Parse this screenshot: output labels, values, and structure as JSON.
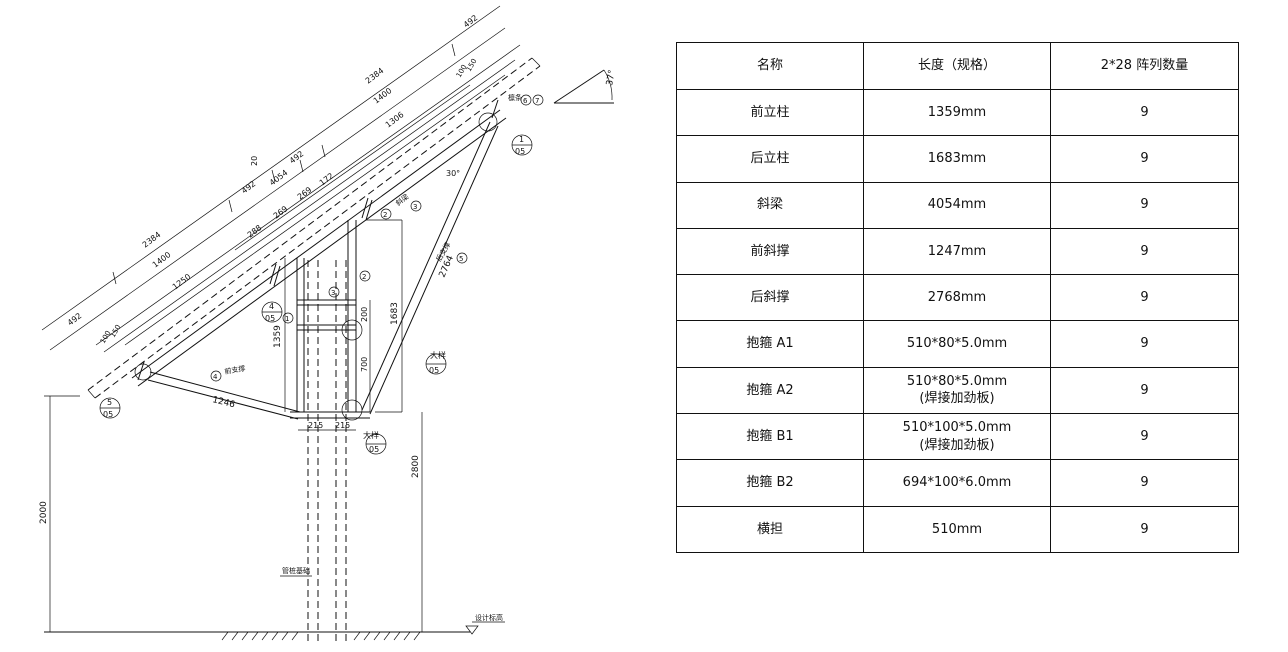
{
  "drawing": {
    "angle": "37°",
    "upper_dims": {
      "d492a": "492",
      "d2384a": "2384",
      "d20": "20",
      "d492b": "492",
      "d492c": "492",
      "d2384b": "2384",
      "d492d": "492",
      "d1400a": "1400",
      "d1400b": "1400",
      "d100a": "100",
      "d150a": "150",
      "d100b": "100",
      "d150b": "150",
      "d1306": "1306",
      "d1250": "1250",
      "d4054": "4054",
      "d288": "288",
      "d269a": "269",
      "d269b": "269",
      "d172": "172"
    },
    "member_dims": {
      "d1359": "1359",
      "d1683": "1683",
      "d200": "200",
      "d700": "700",
      "d1246": "1246",
      "d2764": "2764",
      "d215a": "215",
      "d215b": "215",
      "d2800": "2800",
      "d2000": "2000",
      "a30": "30°"
    },
    "labels": {
      "front_brace": "前支撑",
      "rear_brace": "后支撑",
      "slant_beam": "斜梁",
      "purlin": "檩条",
      "big_member_1": "大样",
      "big_member_2": "大样",
      "pile_foundation": "管桩基础",
      "ground_level": "设计标高"
    },
    "callouts": {
      "c1": "1",
      "c2": "2",
      "c3": "3",
      "c4": "4",
      "c5": "5",
      "c6": "6",
      "c7": "7",
      "c05": "05"
    }
  },
  "table": {
    "headers": [
      "名称",
      "长度（规格）",
      "2*28 阵列数量"
    ],
    "rows": [
      {
        "name": "前立柱",
        "spec": "1359mm",
        "spec2": "",
        "qty": "9"
      },
      {
        "name": "后立柱",
        "spec": "1683mm",
        "spec2": "",
        "qty": "9"
      },
      {
        "name": "斜梁",
        "spec": "4054mm",
        "spec2": "",
        "qty": "9"
      },
      {
        "name": "前斜撑",
        "spec": "1247mm",
        "spec2": "",
        "qty": "9"
      },
      {
        "name": "后斜撑",
        "spec": "2768mm",
        "spec2": "",
        "qty": "9"
      },
      {
        "name": "抱箍 A1",
        "spec": "510*80*5.0mm",
        "spec2": "",
        "qty": "9"
      },
      {
        "name": "抱箍 A2",
        "spec": "510*80*5.0mm",
        "spec2": "(焊接加劲板)",
        "qty": "9"
      },
      {
        "name": "抱箍 B1",
        "spec": "510*100*5.0mm",
        "spec2": "(焊接加劲板)",
        "qty": "9"
      },
      {
        "name": "抱箍 B2",
        "spec": "694*100*6.0mm",
        "spec2": "",
        "qty": "9"
      },
      {
        "name": "横担",
        "spec": "510mm",
        "spec2": "",
        "qty": "9"
      }
    ]
  }
}
